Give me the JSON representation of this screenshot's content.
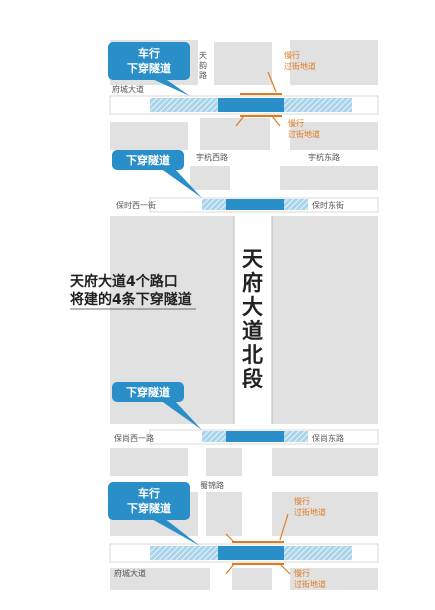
{
  "title": {
    "line1": "天府大道4个路口",
    "line2": "将建的4条下穿隧道"
  },
  "main_road": {
    "chars": [
      "天",
      "府",
      "大",
      "道",
      "北",
      "段"
    ]
  },
  "roads": {
    "fucheng_top": "府城大道",
    "tianfu_road": [
      "天",
      "韵",
      "路"
    ],
    "yuhang_west": "宇杭西路",
    "yuhang_east": "宇杭东路",
    "baoshi_west_1": "保时西一街",
    "baoshi_east": "保时东街",
    "baoshang_west_1": "保尚西一路",
    "baoshang_east": "保尚东路",
    "shujin": "蜀锦路",
    "fucheng_bottom": "府城大道"
  },
  "callouts": {
    "c1": [
      "车行",
      "下穿隧道"
    ],
    "c2": [
      "下穿隧道"
    ],
    "c3": [
      "下穿隧道"
    ],
    "c4": [
      "车行",
      "下穿隧道"
    ]
  },
  "ped_labels": {
    "p1": [
      "慢行",
      "过街地道"
    ],
    "p2": [
      "慢行",
      "过街地道"
    ],
    "p3": [
      "慢行",
      "过街地道"
    ],
    "p4": [
      "慢行",
      "过街地道"
    ]
  },
  "colors": {
    "background": "#ffffff",
    "block": "#e0e0e0",
    "road": "#ffffff",
    "tunnel": "#2a8fc8",
    "tunnel_hatch": "#a9d4ea",
    "callout": "#2a8fc8",
    "ped_orange": "#e07b20"
  }
}
